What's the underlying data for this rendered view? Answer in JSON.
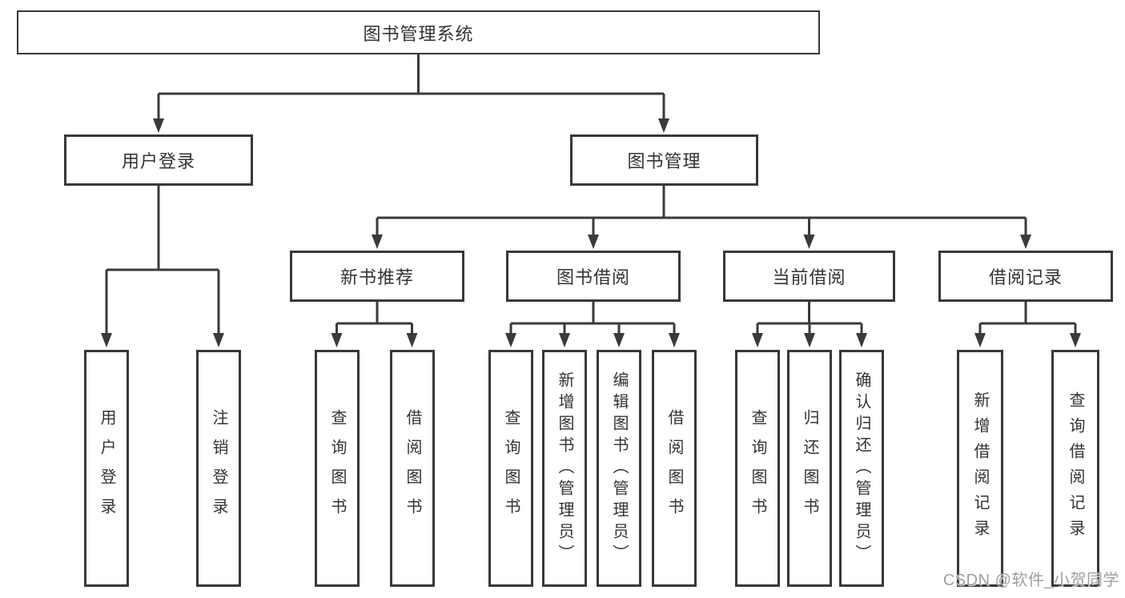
{
  "tree": {
    "label": "图书管理系统",
    "children": [
      {
        "label": "用户登录",
        "children": [
          {
            "label": "用户登录"
          },
          {
            "label": "注销登录"
          }
        ]
      },
      {
        "label": "图书管理",
        "children": [
          {
            "label": "新书推荐",
            "children": [
              {
                "label": "查询图书"
              },
              {
                "label": "借阅图书"
              }
            ]
          },
          {
            "label": "图书借阅",
            "children": [
              {
                "label": "查询图书"
              },
              {
                "label": "新增图书（管理员）"
              },
              {
                "label": "编辑图书（管理员）"
              },
              {
                "label": "借阅图书"
              }
            ]
          },
          {
            "label": "当前借阅",
            "children": [
              {
                "label": "查询图书"
              },
              {
                "label": "归还图书"
              },
              {
                "label": "确认归还（管理员）"
              }
            ]
          },
          {
            "label": "借阅记录",
            "children": [
              {
                "label": "新增借阅记录"
              },
              {
                "label": "查询借阅记录"
              }
            ]
          }
        ]
      }
    ]
  },
  "watermark": "CSDN @软件_小贺同学",
  "colors": {
    "line": "#3a3a3a",
    "border": "#383838",
    "text": "#333333",
    "watermark": "#9e9e9e"
  }
}
